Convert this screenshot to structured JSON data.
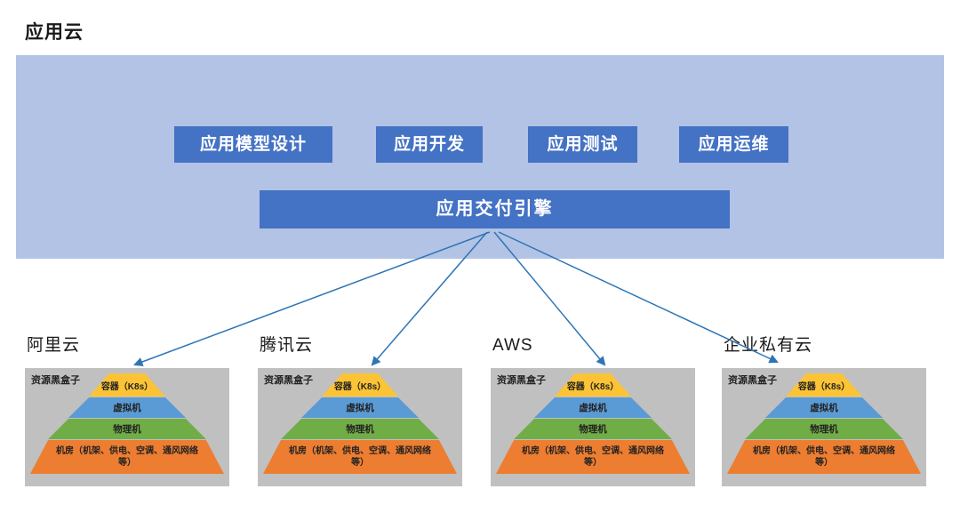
{
  "page": {
    "title": "应用云"
  },
  "app_cloud": {
    "modules": [
      {
        "label": "应用模型设计"
      },
      {
        "label": "应用开发"
      },
      {
        "label": "应用测试"
      },
      {
        "label": "应用运维"
      }
    ],
    "engine_label": "应用交付引擎"
  },
  "clouds": [
    {
      "name": "阿里云"
    },
    {
      "name": "腾讯云"
    },
    {
      "name": "AWS"
    },
    {
      "name": "企业私有云"
    }
  ],
  "resource_box": {
    "label": "资源黑盒子",
    "layers": [
      {
        "label": "容器（K8s）",
        "color": "#FBC335"
      },
      {
        "label": "虚拟机",
        "color": "#5B9BD5"
      },
      {
        "label": "物理机",
        "color": "#70AD47"
      },
      {
        "label": "机房（机架、供电、空调、通风网络等）",
        "color": "#ED7D31"
      }
    ]
  },
  "colors": {
    "panel": "#B3C3E5",
    "module_button": "#4472C4",
    "engine": "#4472C4",
    "arrow": "#2E75B6",
    "resource_box_bg": "#C0C0C0"
  }
}
